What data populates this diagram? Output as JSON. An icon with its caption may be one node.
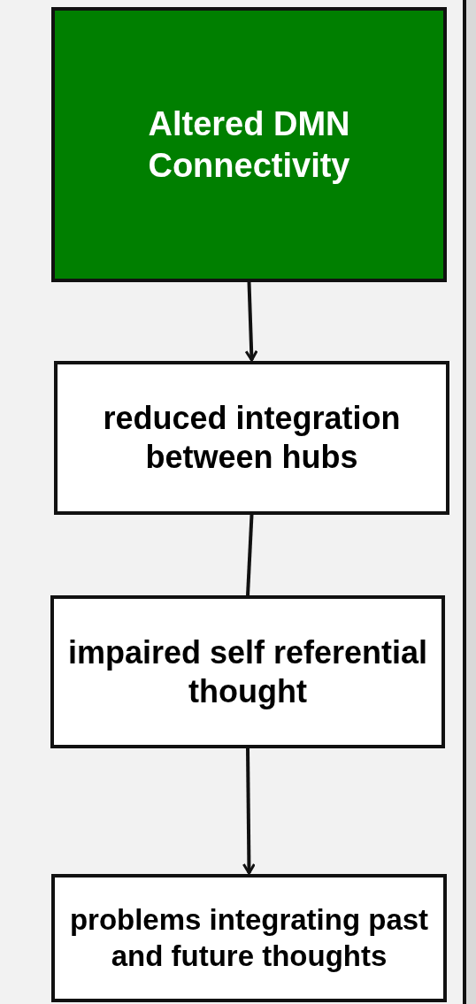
{
  "diagram": {
    "nodes": [
      {
        "text": [
          "Altered DMN Connectivity"
        ]
      },
      {
        "text": [
          "reduced integration between hubs"
        ]
      },
      {
        "text": [
          "impaired self referential thought"
        ]
      },
      {
        "text": [
          "problems integrating past and future thoughts"
        ]
      }
    ],
    "edges": [
      {
        "from": 0,
        "to": 1,
        "arrow": "to"
      },
      {
        "from": 1,
        "to": 2,
        "arrow": "none"
      },
      {
        "from": 2,
        "to": 3,
        "arrow": "to"
      }
    ]
  }
}
